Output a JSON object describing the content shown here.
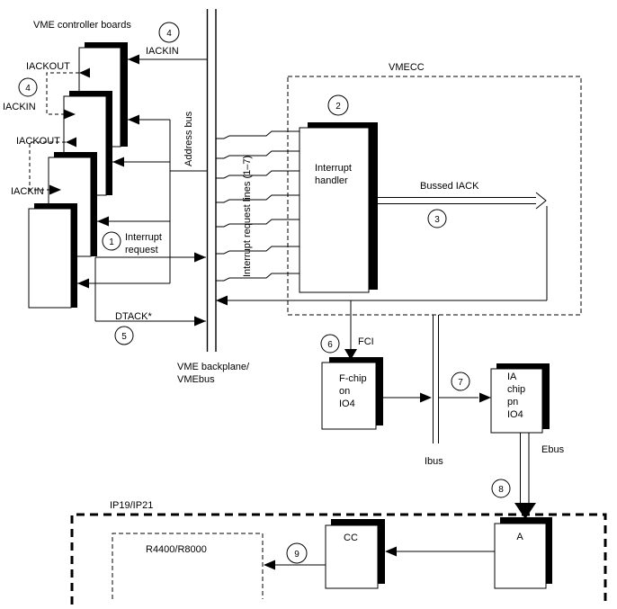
{
  "labels": {
    "title": "VME controller boards",
    "iackin_board1": "IACKIN",
    "iackout_board1": "IACKOUT",
    "iackin_board2": "IACKIN",
    "iackout_board2": "IACKOUT",
    "iackin_board3": "IACKIN",
    "address_bus": "Address bus",
    "irq_lines": "Interrupt request lines (1–7)",
    "interrupt_request_l1": "Interrupt",
    "interrupt_request_l2": "request",
    "dtack": "DTACK*",
    "backplane_l1": "VME backplane/",
    "backplane_l2": "VMEbus",
    "vmecc": "VMECC",
    "handler_l1": "Interrupt",
    "handler_l2": "handler",
    "bussed_iack": "Bussed IACK",
    "fci": "FCI",
    "fchip_l1": "F-chip",
    "fchip_l2": "on",
    "fchip_l3": "IO4",
    "ibus": "Ibus",
    "ia_l1": "IA",
    "ia_l2": "chip",
    "ia_l3": "pn",
    "ia_l4": "IO4",
    "ebus": "Ebus",
    "ip_box": "IP19/IP21",
    "cpu_box": "R4400/R8000",
    "cc": "CC",
    "a": "A"
  },
  "steps": {
    "s1": "1",
    "s2": "2",
    "s3": "3",
    "s4a": "4",
    "s4b": "4",
    "s5": "5",
    "s6": "6",
    "s7": "7",
    "s8": "8",
    "s9": "9"
  },
  "colors": {
    "ink": "#000000",
    "paper": "#ffffff"
  }
}
